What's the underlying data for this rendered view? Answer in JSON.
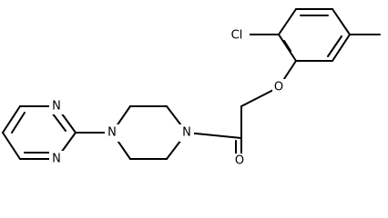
{
  "molecule": {
    "atoms": {
      "chlorine": "Cl",
      "ether_oxygen": "O",
      "carbonyl_oxygen": "O",
      "piperazine_n_right": "N",
      "piperazine_n_left": "N",
      "pyrimidine_n_top": "N",
      "pyrimidine_n_bottom": "N"
    }
  },
  "colors": {
    "bond": "#000000",
    "atom_label": "#000000",
    "background": "#ffffff"
  }
}
